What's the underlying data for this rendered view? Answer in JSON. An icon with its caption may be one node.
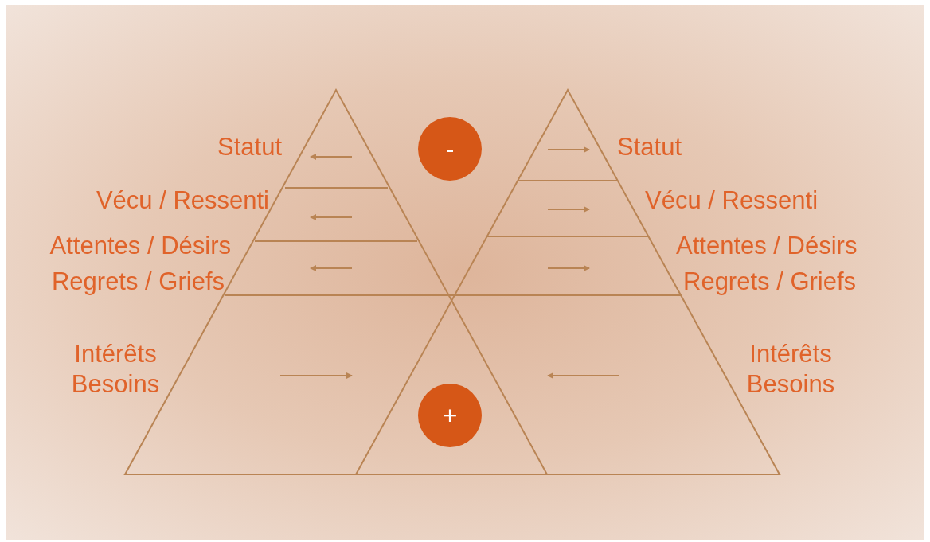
{
  "diagram": {
    "nodes": [
      {
        "text": [
          "-"
        ]
      },
      {
        "text": [
          "+"
        ]
      }
    ],
    "labels": [
      "Statut",
      "Statut",
      "Vécu / Ressenti",
      "Vécu / Ressenti",
      "Attentes / Désirs",
      "Attentes / Désirs",
      "Regrets / Griefs",
      "Regrets / Griefs",
      "Intérêts Besoins",
      "Intérêts Besoins"
    ]
  }
}
